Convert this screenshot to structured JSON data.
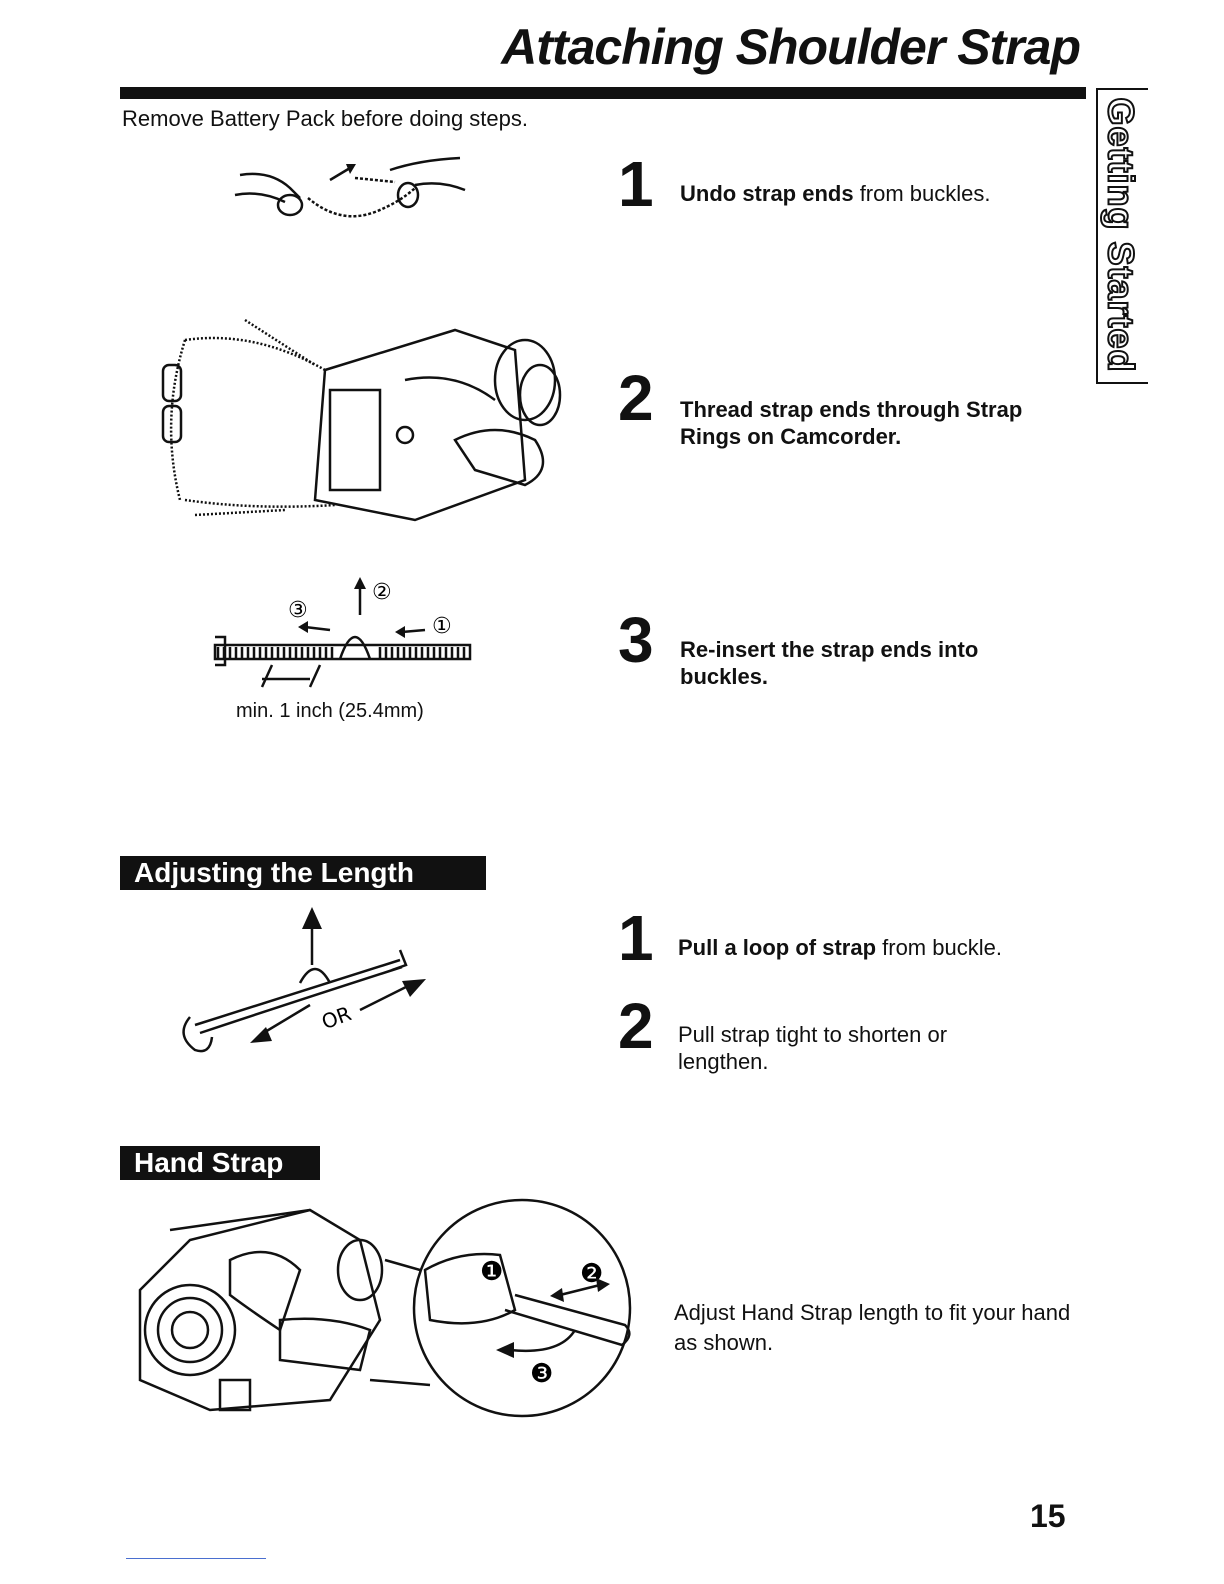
{
  "page": {
    "title": "Attaching Shoulder Strap",
    "side_tab": "Getting Started",
    "note": "Remove Battery Pack before doing steps.",
    "page_number": "15"
  },
  "attach_steps": [
    {
      "num": "1",
      "bold": "Undo strap ends",
      "rest": " from buckles."
    },
    {
      "num": "2",
      "bold": "Thread strap ends through Strap Rings on Camcorder.",
      "rest": ""
    },
    {
      "num": "3",
      "bold": "Re-insert the strap ends into buckles.",
      "rest": ""
    }
  ],
  "buckle_figure": {
    "labels": [
      "③",
      "②",
      "①"
    ],
    "caption": "min. 1 inch (25.4mm)"
  },
  "adjusting": {
    "heading": "Adjusting the Length",
    "figure_label": "OR",
    "steps": [
      {
        "num": "1",
        "bold": "Pull a loop of strap",
        "rest": " from buckle."
      },
      {
        "num": "2",
        "bold": "",
        "rest": "Pull strap tight to shorten or lengthen."
      }
    ]
  },
  "hand_strap": {
    "heading": "Hand Strap",
    "figure_labels": [
      "❶",
      "❷",
      "❸"
    ],
    "text": "Adjust Hand Strap length to fit your hand as shown."
  }
}
